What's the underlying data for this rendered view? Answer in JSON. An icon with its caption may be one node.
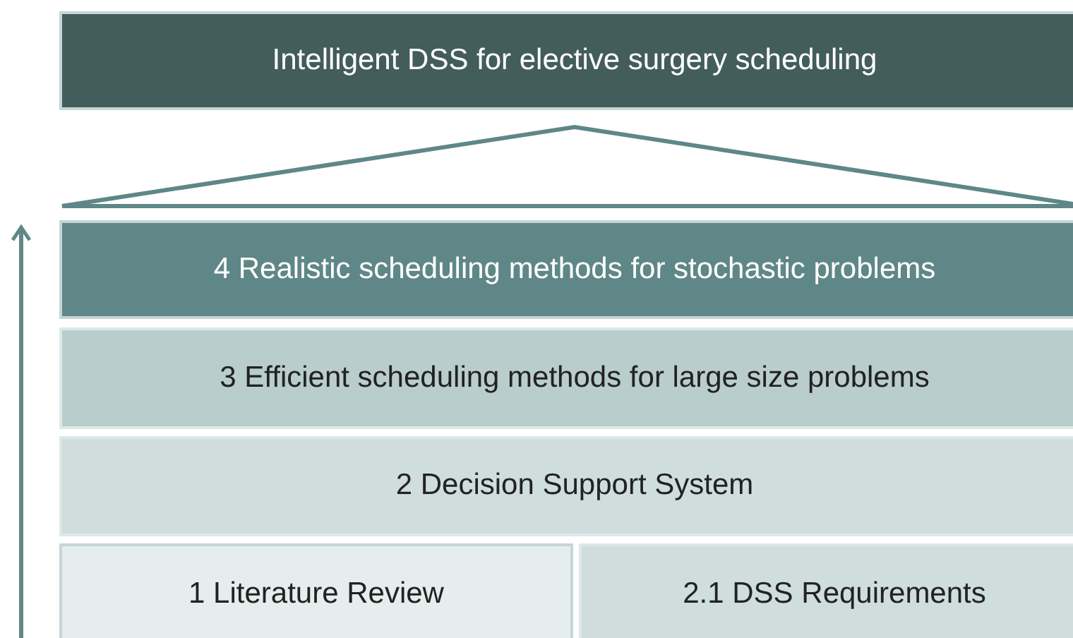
{
  "diagram": {
    "nodes": [
      {
        "text": [
          "Intelligent DSS for elective surgery scheduling"
        ]
      },
      {
        "text": [],
        "shape": "triangle"
      },
      {
        "text": [
          "4 Realistic scheduling methods for stochastic problems"
        ]
      },
      {
        "text": [
          "3 Efficient scheduling methods for large size problems"
        ]
      },
      {
        "text": [
          "2 Decision Support System"
        ]
      },
      {
        "text": [
          "1 Literature Review"
        ]
      },
      {
        "text": [
          "2.1 DSS Requirements"
        ]
      }
    ]
  }
}
